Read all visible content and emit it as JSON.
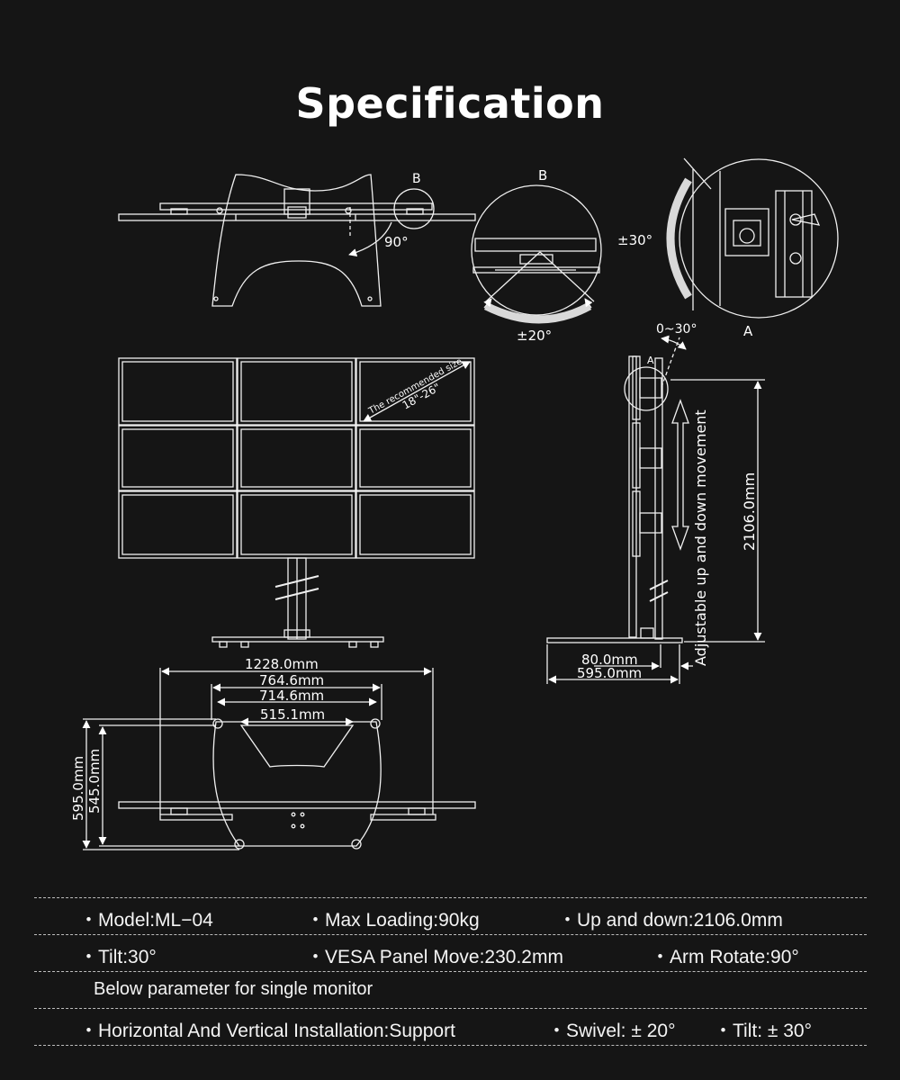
{
  "title": "Specification",
  "labels": {
    "detail_b_marker": "B",
    "detail_b_title": "B",
    "detail_a_marker": "A",
    "detail_a_title": "A",
    "angle_90": "90°",
    "angle_pm20": "±20°",
    "angle_pm30": "±30°",
    "angle_0_30": "0~30°",
    "recommended_line1": "The recommended size",
    "recommended_line2": "18\"-26\"",
    "adjustable": "Adjustable up and down movement",
    "height": "2106.0mm",
    "dim_80": "80.0mm",
    "dim_595_side": "595.0mm",
    "dim_1228": "1228.0mm",
    "dim_764": "764.6mm",
    "dim_714": "714.6mm",
    "dim_515": "515.1mm",
    "dim_595_vert": "595.0mm",
    "dim_545": "545.0mm"
  },
  "specs": {
    "row1": [
      "Model:ML−04",
      "Max Loading:90kg",
      "Up and down:2106.0mm"
    ],
    "row2": [
      "Tilt:30°",
      "VESA Panel Move:230.2mm",
      "Arm Rotate:90°"
    ],
    "note": "Below parameter for single monitor",
    "row4": [
      "Horizontal And Vertical Installation:Support",
      "Swivel: ± 20°",
      "Tilt: ± 30°"
    ]
  }
}
